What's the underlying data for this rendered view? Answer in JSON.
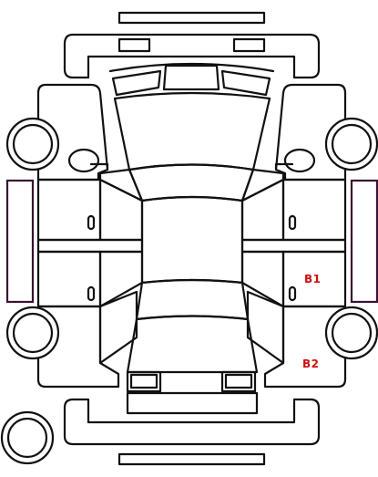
{
  "diagram": {
    "markers": [
      {
        "id": "b1",
        "label": "B1"
      },
      {
        "id": "b2",
        "label": "B2"
      }
    ]
  },
  "colors": {
    "outline": "#111111",
    "marker": "#cc1111",
    "side_door": "#3a1030"
  }
}
